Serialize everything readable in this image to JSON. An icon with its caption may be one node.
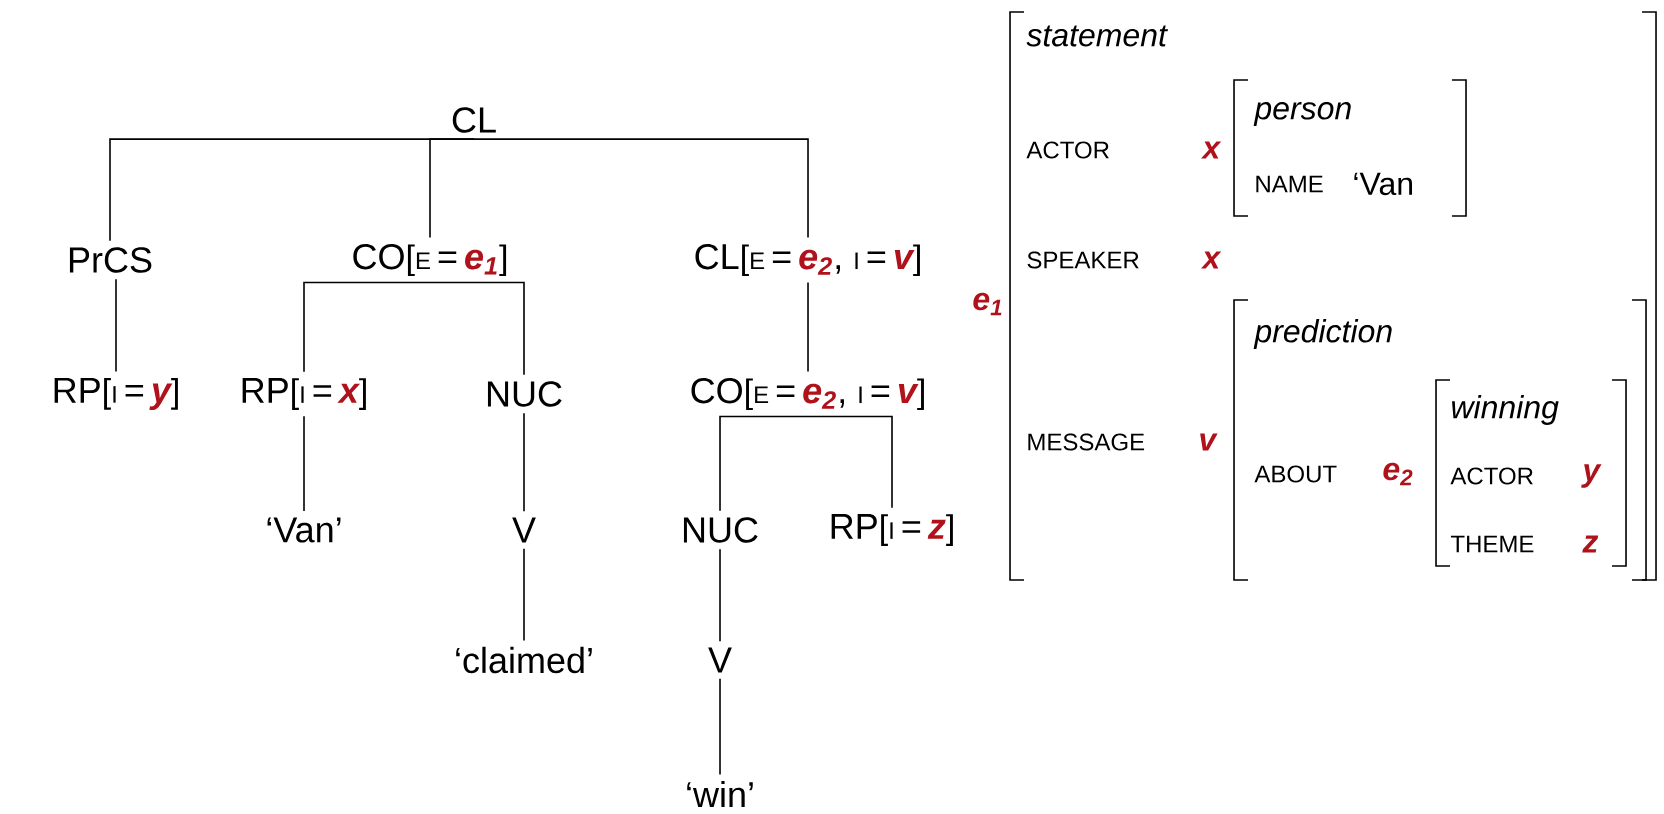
{
  "diagram": {
    "nodes": [
      {
        "text": [
          "CL"
        ]
      },
      {
        "text": [
          "PrCS"
        ]
      },
      {
        "text": [
          "CO",
          "[",
          "E",
          "=",
          "e$_{1}$",
          "]"
        ]
      },
      {
        "text": [
          "CL",
          "[",
          "E",
          "=",
          "e$_{2}$",
          ",",
          "I",
          "=",
          "v",
          "]"
        ]
      },
      {
        "text": [
          "RP",
          "[",
          "I",
          "=",
          "y",
          "]"
        ]
      },
      {
        "text": [
          "RP",
          "[",
          "I",
          "=",
          "x",
          "]"
        ]
      },
      {
        "text": [
          "NUC"
        ]
      },
      {
        "text": [
          "CO",
          "[",
          "E",
          "=",
          "e$_{2}$",
          ",",
          "I",
          "=",
          "v",
          "]"
        ]
      },
      {
        "text": [
          "‘Van’"
        ]
      },
      {
        "text": [
          "V"
        ]
      },
      {
        "text": [
          "NUC"
        ]
      },
      {
        "text": [
          "RP",
          "[",
          "I",
          "=",
          "z",
          "]"
        ]
      },
      {
        "text": [
          "‘claimed’"
        ]
      },
      {
        "text": [
          "V"
        ]
      },
      {
        "text": [
          "‘win’"
        ]
      }
    ],
    "edges": [
      {
        "from": 0,
        "to": 1,
        "arrow": "none"
      },
      {
        "from": 0,
        "to": 2,
        "arrow": "none"
      },
      {
        "from": 0,
        "to": 3,
        "arrow": "none"
      },
      {
        "from": 1,
        "to": 4,
        "arrow": "none"
      },
      {
        "from": 2,
        "to": 5,
        "arrow": "none"
      },
      {
        "from": 2,
        "to": 6,
        "arrow": "none"
      },
      {
        "from": 3,
        "to": 7,
        "arrow": "none"
      },
      {
        "from": 5,
        "to": 8,
        "arrow": "none"
      },
      {
        "from": 6,
        "to": 9,
        "arrow": "none"
      },
      {
        "from": 7,
        "to": 10,
        "arrow": "none"
      },
      {
        "from": 7,
        "to": 11,
        "arrow": "none"
      },
      {
        "from": 9,
        "to": 12,
        "arrow": "none"
      },
      {
        "from": 10,
        "to": 13,
        "arrow": "none"
      },
      {
        "from": 13,
        "to": 14,
        "arrow": "none"
      }
    ],
    "labels": [
      "e$_{1}$",
      "statement",
      "ACTOR",
      "x",
      "person",
      "NAME",
      "‘Van",
      "SPEAKER",
      "x",
      "MESSAGE",
      "v",
      "prediction",
      "ABOUT",
      "e$_{2}$",
      "winning",
      "ACTOR",
      "y",
      "THEME",
      "z"
    ]
  }
}
